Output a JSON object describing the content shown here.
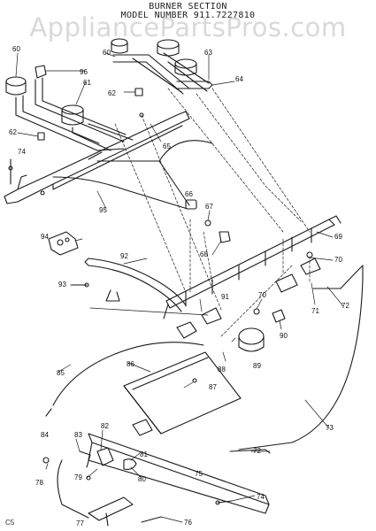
{
  "watermark": "AppliancePartsPros.com",
  "title": {
    "line1": "BURNER SECTION",
    "line2": "MODEL NUMBER 911.7227810"
  },
  "page_code": "C5",
  "callouts": [
    "60",
    "60",
    "61",
    "62",
    "62",
    "63",
    "64",
    "65",
    "66",
    "67",
    "68",
    "69",
    "70",
    "70",
    "71",
    "72",
    "72",
    "73",
    "74",
    "74",
    "75",
    "76",
    "77",
    "78",
    "79",
    "80",
    "81",
    "82",
    "83",
    "84",
    "85",
    "86",
    "87",
    "88",
    "89",
    "90",
    "91",
    "92",
    "93",
    "94",
    "95",
    "96"
  ]
}
